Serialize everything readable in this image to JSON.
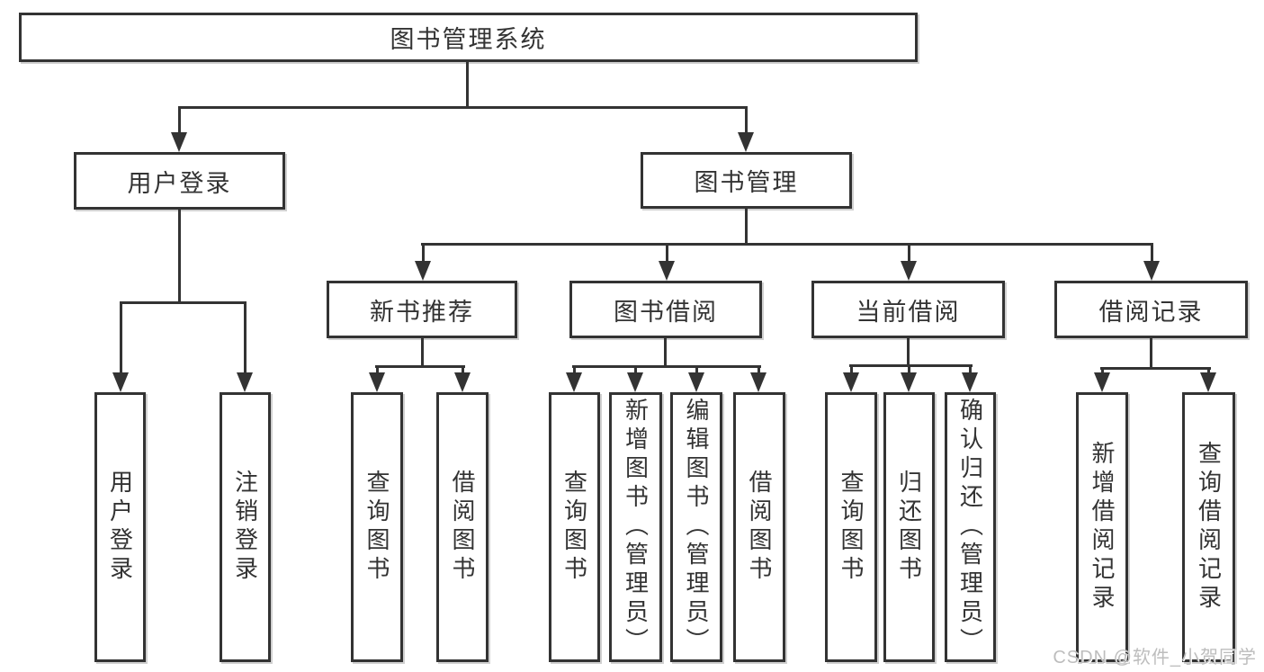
{
  "diagram_title": "图书管理系统",
  "tree": {
    "root": {
      "label": "图书管理系统"
    },
    "level2": [
      {
        "label": "用户登录",
        "leaves": [
          "用户登录",
          "注销登录"
        ]
      },
      {
        "label": "图书管理",
        "groups": [
          {
            "label": "新书推荐",
            "leaves": [
              "查询图书",
              "借阅图书"
            ]
          },
          {
            "label": "图书借阅",
            "leaves": [
              "查询图书",
              "新增图书（管理员）",
              "编辑图书（管理员）",
              "借阅图书"
            ]
          },
          {
            "label": "当前借阅",
            "leaves": [
              "查询图书",
              "归还图书",
              "确认归还（管理员）"
            ]
          },
          {
            "label": "借阅记录",
            "leaves": [
              "新增借阅记录",
              "查询借阅记录"
            ]
          }
        ]
      }
    ]
  },
  "watermark": "CSDN @软件_小贺同学",
  "colors": {
    "line": "#333333",
    "box_border": "#333333",
    "text": "#333333",
    "watermark": "#bdbdbd",
    "background": "#ffffff"
  }
}
